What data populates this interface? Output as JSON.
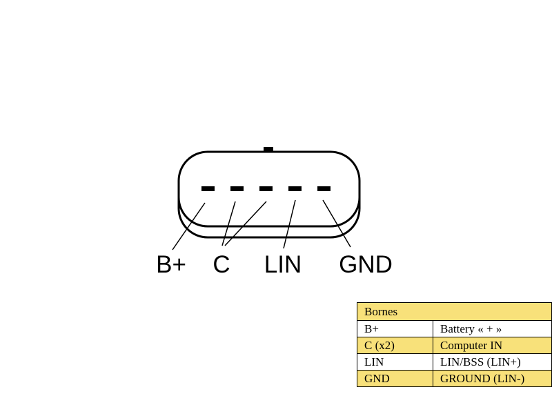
{
  "colors": {
    "highlight": "#f8e17a",
    "plain": "#ffffff",
    "line": "#000000"
  },
  "pins": [
    "B+",
    "C",
    "LIN",
    "GND"
  ],
  "legend": {
    "title": "Bornes",
    "rows": [
      {
        "pin": "B+",
        "description": "Battery « + »",
        "highlight": false
      },
      {
        "pin": "C (x2)",
        "description": "Computer IN",
        "highlight": true
      },
      {
        "pin": "LIN",
        "description": "LIN/BSS (LIN+)",
        "highlight": false
      },
      {
        "pin": "GND",
        "description": "GROUND (LIN-)",
        "highlight": true
      }
    ]
  }
}
